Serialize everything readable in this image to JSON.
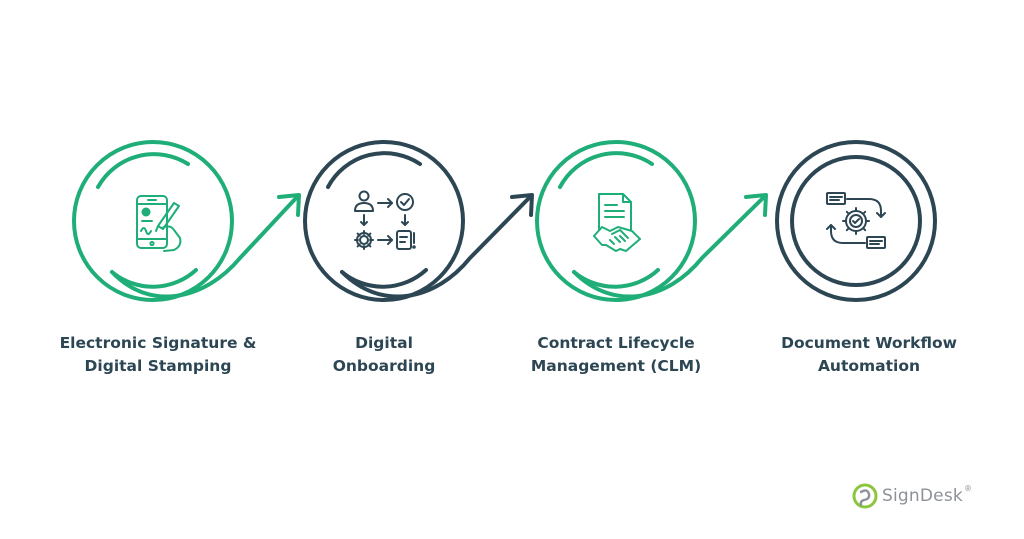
{
  "colors": {
    "green": "#1fae78",
    "dark": "#2d4654",
    "text": "#2d4654",
    "logo_grey": "#8d9197",
    "logo_green": "#8cc63f"
  },
  "steps": [
    {
      "line1": "Electronic Signature &",
      "line2": "Digital Stamping",
      "icon": "mobile-esignature-icon",
      "color": "green"
    },
    {
      "line1": "Digital",
      "line2": "Onboarding",
      "icon": "onboarding-flow-icon",
      "color": "dark"
    },
    {
      "line1": "Contract Lifecycle",
      "line2": "Management (CLM)",
      "icon": "contract-handshake-icon",
      "color": "green"
    },
    {
      "line1": "Document Workflow",
      "line2": "Automation",
      "icon": "workflow-automation-icon",
      "color": "dark"
    }
  ],
  "brand": {
    "name": "SignDesk",
    "registered": "®"
  }
}
